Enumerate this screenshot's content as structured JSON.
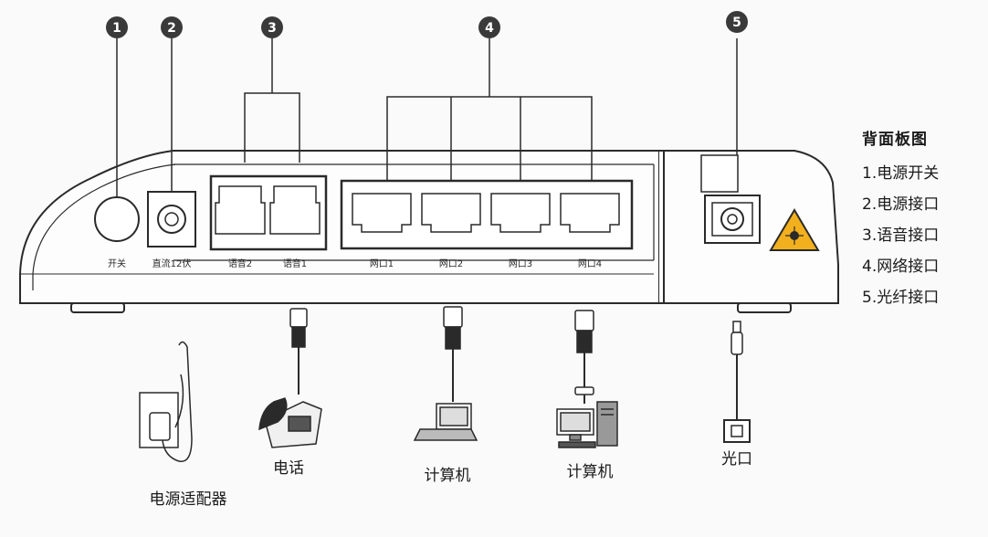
{
  "callouts": [
    "1",
    "2",
    "3",
    "4",
    "5"
  ],
  "port_labels": {
    "switch": "开关",
    "power": "直流12伏",
    "voice2": "语音2",
    "voice1": "语音1",
    "net1": "网口1",
    "net2": "网口2",
    "net3": "网口3",
    "net4": "网口4"
  },
  "devices": {
    "adapter": "电源适配器",
    "phone": "电话",
    "laptop": "计算机",
    "desktop": "计算机",
    "fiber": "光口"
  },
  "legend": {
    "title": "背面板图",
    "items": [
      "1.电源开关",
      "2.电源接口",
      "3.语音接口",
      "4.网络接口",
      "5.光纤接口"
    ]
  },
  "colors": {
    "line": "#2a2a2a",
    "callout_fill": "#3a3a3a",
    "warning_fill": "#f2b01e"
  },
  "icons": [
    "warning-laser-icon",
    "phone-icon",
    "laptop-icon",
    "desktop-icon",
    "wall-adapter-icon",
    "rj11-plug-icon",
    "rj45-plug-icon",
    "fiber-plug-icon"
  ]
}
